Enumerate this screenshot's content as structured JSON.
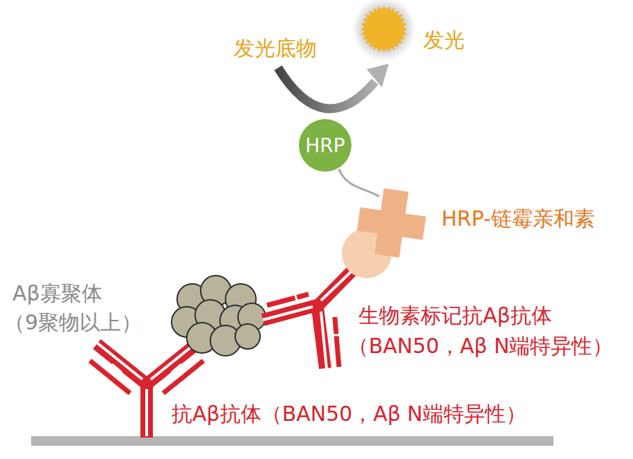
{
  "diagram": {
    "nodes": [
      {
        "text": [
          "HRP"
        ]
      }
    ],
    "labels": [
      "发光底物",
      "发光",
      "HRP-链霉亲和素",
      "Aβ寡聚体",
      "（9聚物以上）",
      "生物素标记抗Aβ抗体",
      "（BAN50，Aβ N端特异性）",
      "抗Aβ抗体（BAN50，Aβ N端特异性）"
    ]
  }
}
